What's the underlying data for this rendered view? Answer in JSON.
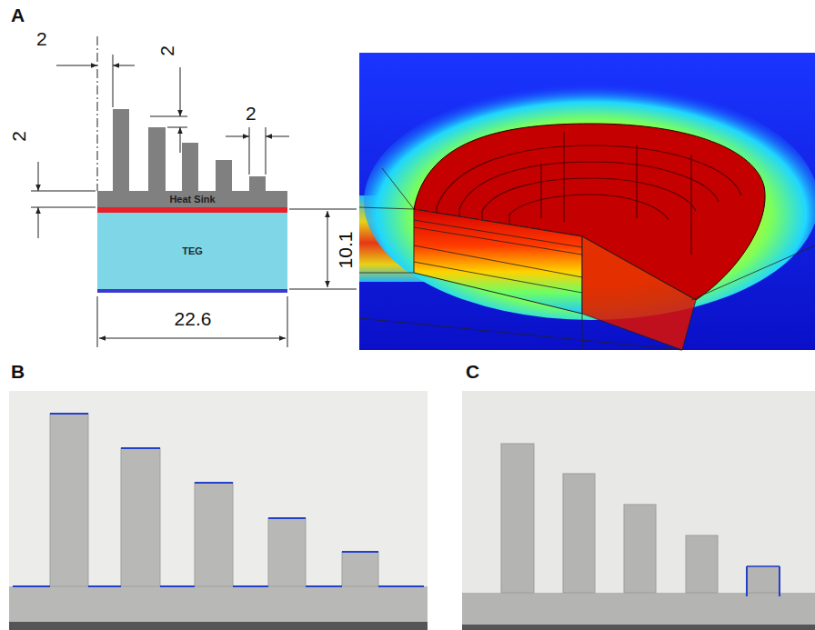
{
  "diagram": {
    "nodes": [
      {
        "text": [
          "Heat Sink"
        ]
      },
      {
        "text": [
          "TEG"
        ]
      }
    ],
    "labels": [
      "A",
      "2",
      "2",
      "2",
      "2",
      "10.1",
      "22.6",
      "B",
      "C"
    ]
  }
}
